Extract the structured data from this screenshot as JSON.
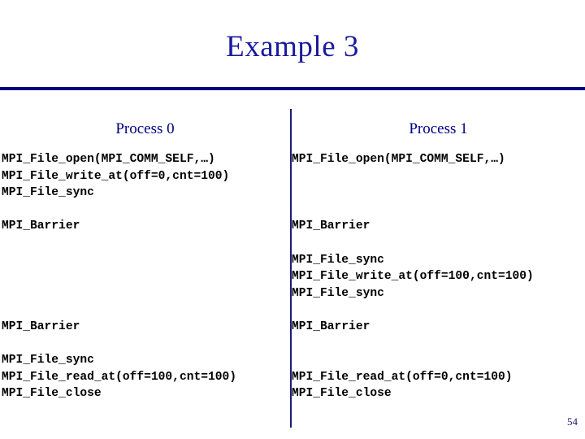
{
  "slide": {
    "title": "Example 3",
    "page_number": "54",
    "colors": {
      "title": "#1a1a9e",
      "rule": "#000080",
      "divider": "#1b1b7a",
      "header": "#000080",
      "code": "#000000",
      "background": "#ffffff"
    }
  },
  "columns": [
    {
      "header": "Process 0",
      "lines": [
        "MPI_File_open(MPI_COMM_SELF,…)",
        "MPI_File_write_at(off=0,cnt=100)",
        "MPI_File_sync",
        "",
        "MPI_Barrier",
        "",
        "",
        "",
        "",
        "",
        "MPI_Barrier",
        "",
        "MPI_File_sync",
        "MPI_File_read_at(off=100,cnt=100)",
        "MPI_File_close"
      ]
    },
    {
      "header": "Process 1",
      "lines": [
        "MPI_File_open(MPI_COMM_SELF,…)",
        "",
        "",
        "",
        "MPI_Barrier",
        "",
        "MPI_File_sync",
        "MPI_File_write_at(off=100,cnt=100)",
        "MPI_File_sync",
        "",
        "MPI_Barrier",
        "",
        "",
        "MPI_File_read_at(off=0,cnt=100)",
        "MPI_File_close"
      ]
    }
  ]
}
